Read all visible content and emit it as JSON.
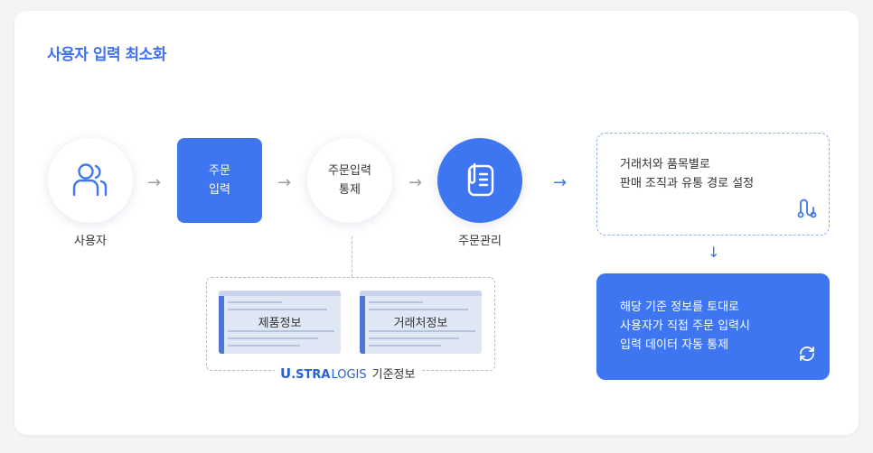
{
  "title": "사용자 입력 최소화",
  "steps": {
    "user": {
      "label": "사용자",
      "icon": "user-group-icon"
    },
    "order_input": {
      "line1": "주문",
      "line2": "입력"
    },
    "order_control": {
      "line1": "주문입력",
      "line2": "통제"
    },
    "order_mgmt": {
      "label": "주문관리",
      "icon": "clipboard-icon"
    }
  },
  "routing": {
    "line1": "거래처와 품목별로",
    "line2": "판매 조직과 유통 경로 설정",
    "icon": "route-icon"
  },
  "control": {
    "line1": "해당 기준 정보를 토대로",
    "line2": "사용자가 직접 주문 입력시",
    "line3": "입력 데이터 자동 통제",
    "icon": "refresh-icon"
  },
  "reference": {
    "thumb1": "제품정보",
    "thumb2": "거래처정보",
    "brand_u": "U",
    "brand_stra": ".STRA",
    "brand_logis": " LOGIS",
    "brand_kr": "기준정보"
  },
  "colors": {
    "accent": "#3d76f0",
    "title": "#3d6ff0"
  }
}
